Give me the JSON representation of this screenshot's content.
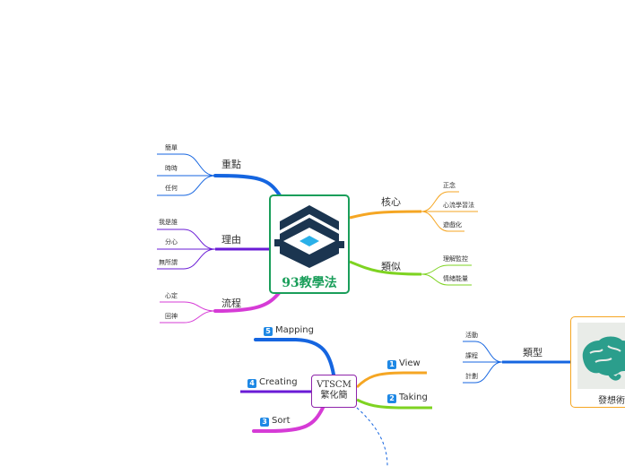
{
  "central": {
    "title": "93教學法"
  },
  "branches": {
    "key_points": {
      "label": "重點",
      "leaves": [
        "簡單",
        "時時",
        "任何"
      ]
    },
    "reason": {
      "label": "理由",
      "leaves": [
        "我是誰",
        "分心",
        "無所謂"
      ]
    },
    "process": {
      "label": "流程",
      "leaves": [
        "心定",
        "回神"
      ]
    },
    "core": {
      "label": "核心",
      "leaves": [
        "正念",
        "心流學習法",
        "遊戲化"
      ]
    },
    "similar": {
      "label": "類似",
      "leaves": [
        "理解監控",
        "情緒能量"
      ]
    }
  },
  "vtscm": {
    "line1": "VTSCM",
    "line2": "繁化簡",
    "steps": [
      {
        "num": "5",
        "label": "Mapping"
      },
      {
        "num": "4",
        "label": "Creating"
      },
      {
        "num": "3",
        "label": "Sort"
      },
      {
        "num": "1",
        "label": "View"
      },
      {
        "num": "2",
        "label": "Taking"
      }
    ]
  },
  "ideation": {
    "title": "發想術",
    "branch": {
      "label": "類型",
      "leaves": [
        "活動",
        "課程",
        "計劃"
      ]
    }
  },
  "colors": {
    "blue": "#1565e0",
    "purple": "#6a1bd6",
    "magenta": "#d63bd6",
    "orange": "#f5a623",
    "green": "#7ed321",
    "central_border": "#1a9e5a",
    "logo_navy": "#1b3550",
    "logo_cyan": "#2ab0e8"
  }
}
